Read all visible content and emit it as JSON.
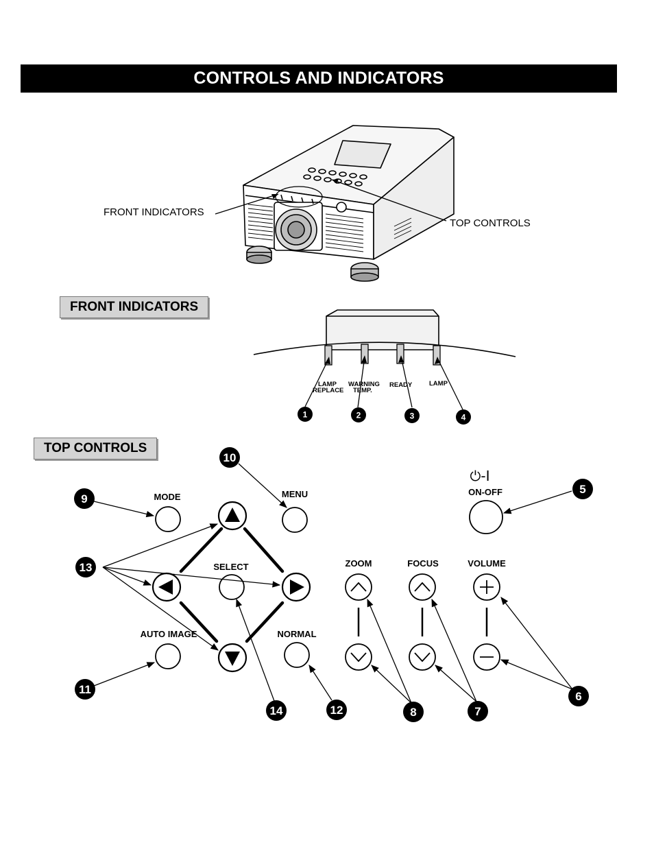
{
  "title": "CONTROLS AND  INDICATORS",
  "overview": {
    "front_indicators_label": "FRONT INDICATORS",
    "top_controls_label": "TOP CONTROLS"
  },
  "front_indicators_section": {
    "heading": "FRONT INDICATORS",
    "indicators": [
      {
        "number": "1",
        "label_line1": "LAMP",
        "label_line2": "REPLACE"
      },
      {
        "number": "2",
        "label_line1": "WARNING",
        "label_line2": "TEMP."
      },
      {
        "number": "3",
        "label_line1": "READY",
        "label_line2": ""
      },
      {
        "number": "4",
        "label_line1": "LAMP",
        "label_line2": ""
      }
    ]
  },
  "top_controls_section": {
    "heading": "TOP CONTROLS",
    "power_symbol": "⏻-I",
    "buttons": {
      "mode": "MODE",
      "menu": "MENU",
      "select": "SELECT",
      "auto_image": "AUTO IMAGE",
      "normal": "NORMAL",
      "zoom": "ZOOM",
      "focus": "FOCUS",
      "volume": "VOLUME",
      "on_off": "ON-OFF"
    },
    "callouts": {
      "on_off": "5",
      "volume": "6",
      "focus": "7",
      "zoom": "8",
      "mode": "9",
      "menu": "10",
      "auto_image": "11",
      "normal": "12",
      "arrows": "13",
      "select": "14"
    }
  }
}
